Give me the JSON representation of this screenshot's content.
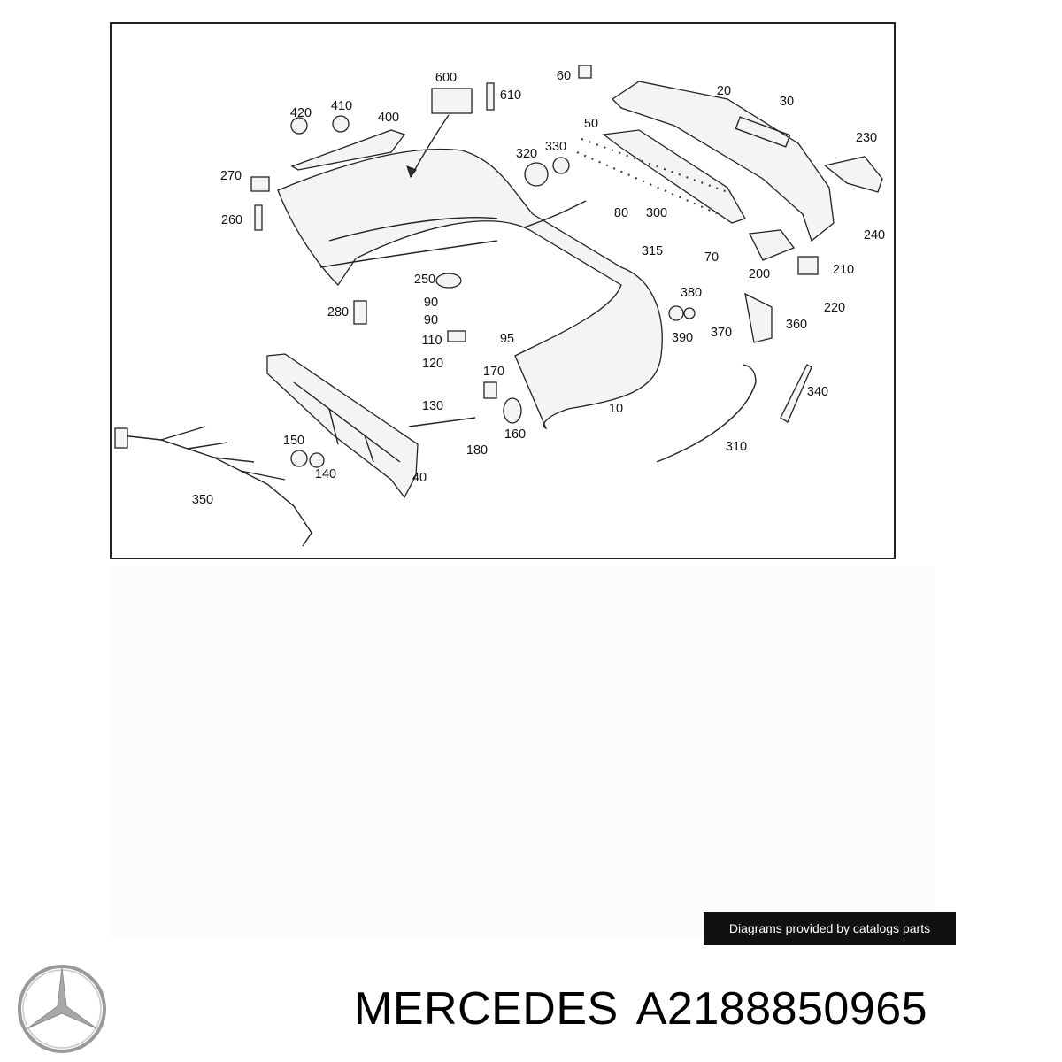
{
  "diagram": {
    "part_labels": [
      "600",
      "610",
      "60",
      "20",
      "30",
      "420",
      "410",
      "400",
      "50",
      "230",
      "270",
      "320",
      "330",
      "260",
      "80",
      "300",
      "240",
      "315",
      "70",
      "200",
      "210",
      "250",
      "380",
      "90",
      "220",
      "280",
      "90",
      "360",
      "110",
      "95",
      "390",
      "370",
      "120",
      "170",
      "340",
      "130",
      "10",
      "150",
      "160",
      "310",
      "180",
      "140",
      "40",
      "350"
    ]
  },
  "credit": {
    "text": "Diagrams provided by catalogs parts"
  },
  "footer": {
    "brand": "MERCEDES",
    "part_number": "A2188850965"
  },
  "logo": {
    "icon": "mercedes-star-icon",
    "color": "#9a9a9a"
  }
}
